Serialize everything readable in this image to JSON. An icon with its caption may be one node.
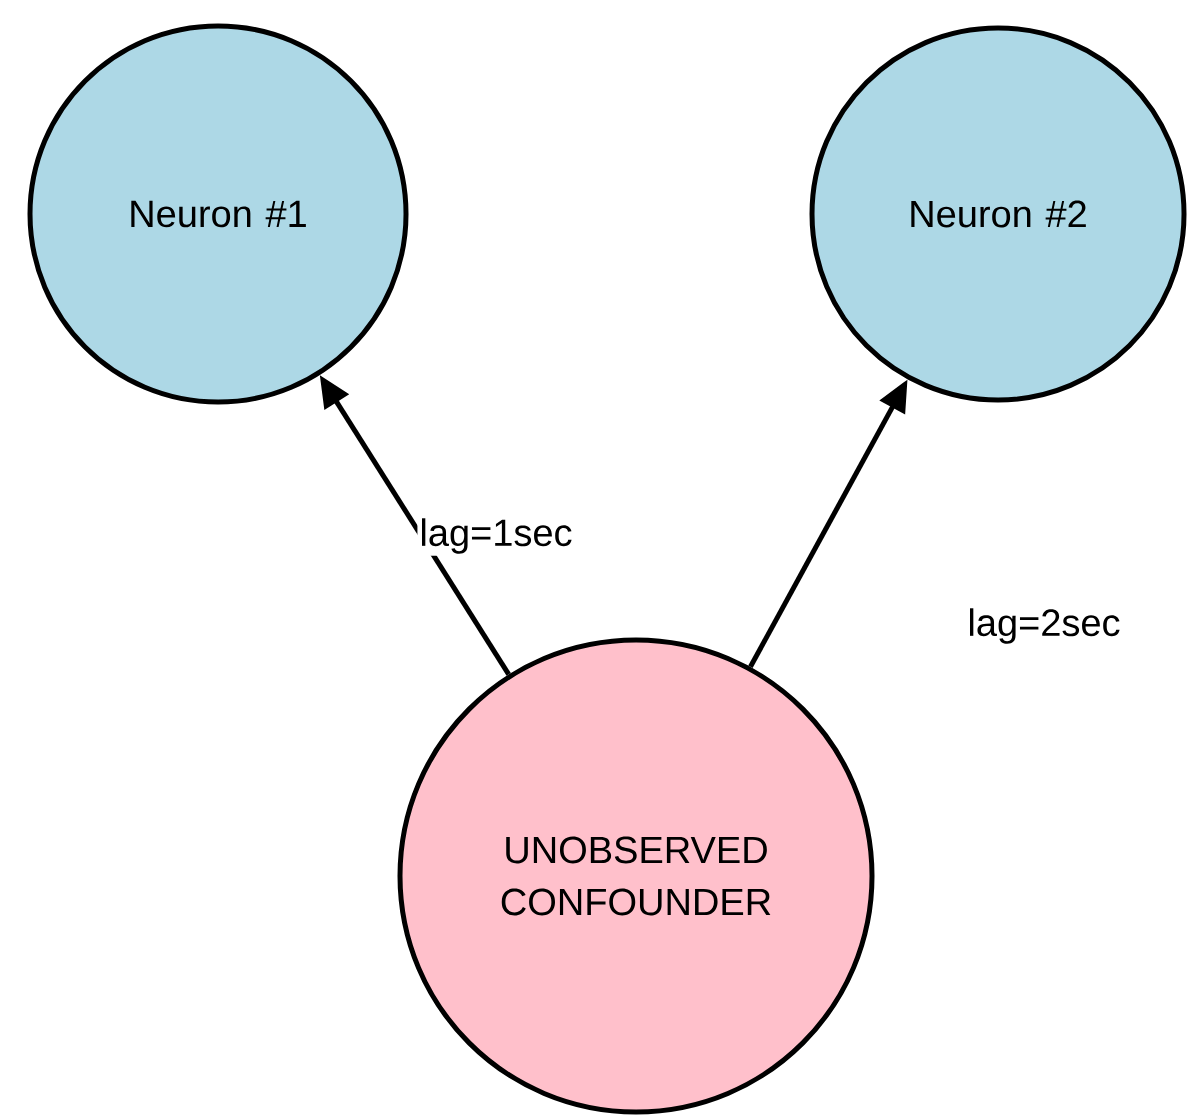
{
  "diagram": {
    "nodes": [
      {
        "text": [
          "Neuron #1"
        ]
      },
      {
        "text": [
          "Neuron #2"
        ]
      },
      {
        "text": [
          "UNOBSERVED CONFOUNDER"
        ]
      }
    ],
    "edges": [
      {
        "from": 2,
        "to": 0,
        "arrow": "to",
        "label": "lag=1sec"
      },
      {
        "from": 2,
        "to": 1,
        "arrow": "to",
        "label": "lag=2sec"
      }
    ]
  }
}
